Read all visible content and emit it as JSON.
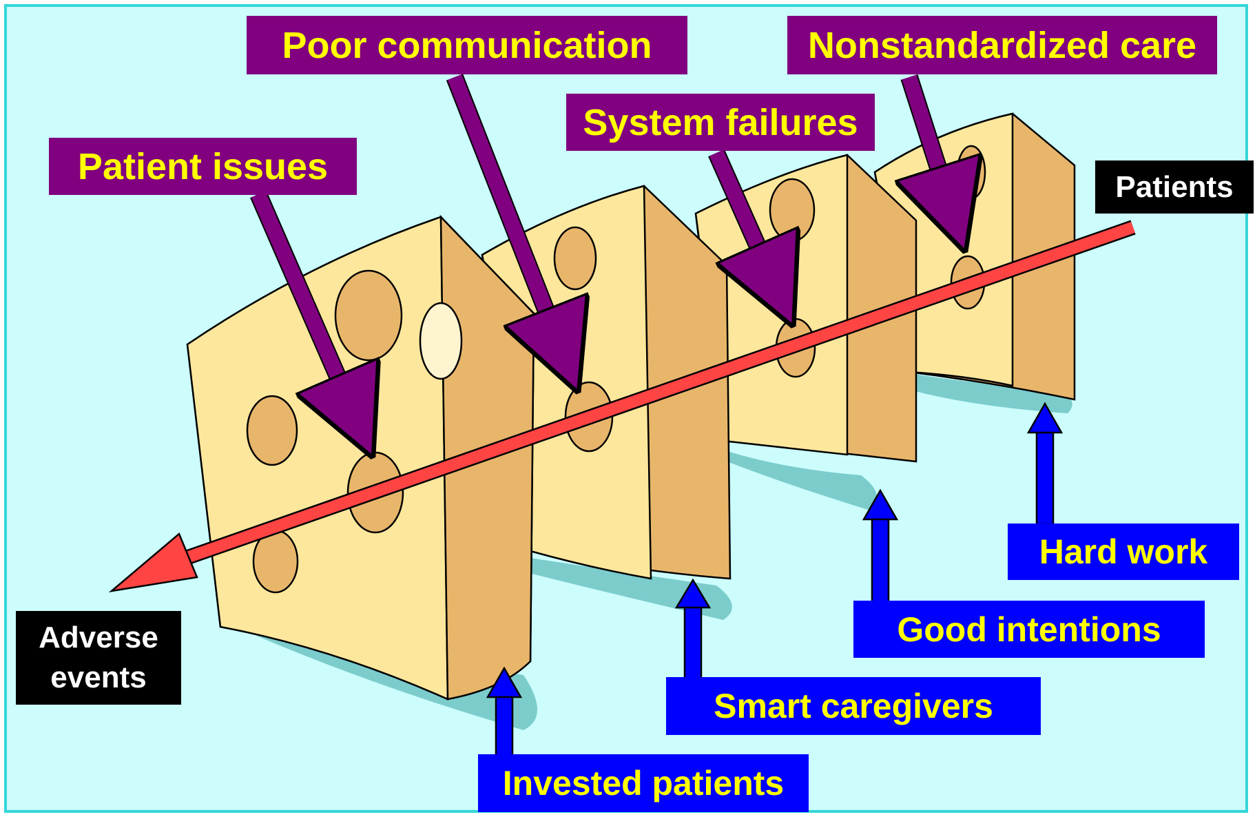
{
  "diagram": {
    "hazard_labels": [
      "Poor communication",
      "Nonstandardized care",
      "System failures",
      "Patient issues"
    ],
    "defense_labels": [
      "Hard work",
      "Good intentions",
      "Smart caregivers",
      "Invested patients"
    ],
    "start_label": "Patients",
    "end_label_line1": "Adverse",
    "end_label_line2": "events"
  },
  "colors": {
    "background": "#ccfcfc",
    "border": "#33d6d8",
    "hazard_box": "#800080",
    "defense_box": "#0000ff",
    "label_text": "#ffff00",
    "cheese_face": "#fde79c",
    "cheese_side": "#e8b66b",
    "trajectory": "#ff4444"
  }
}
